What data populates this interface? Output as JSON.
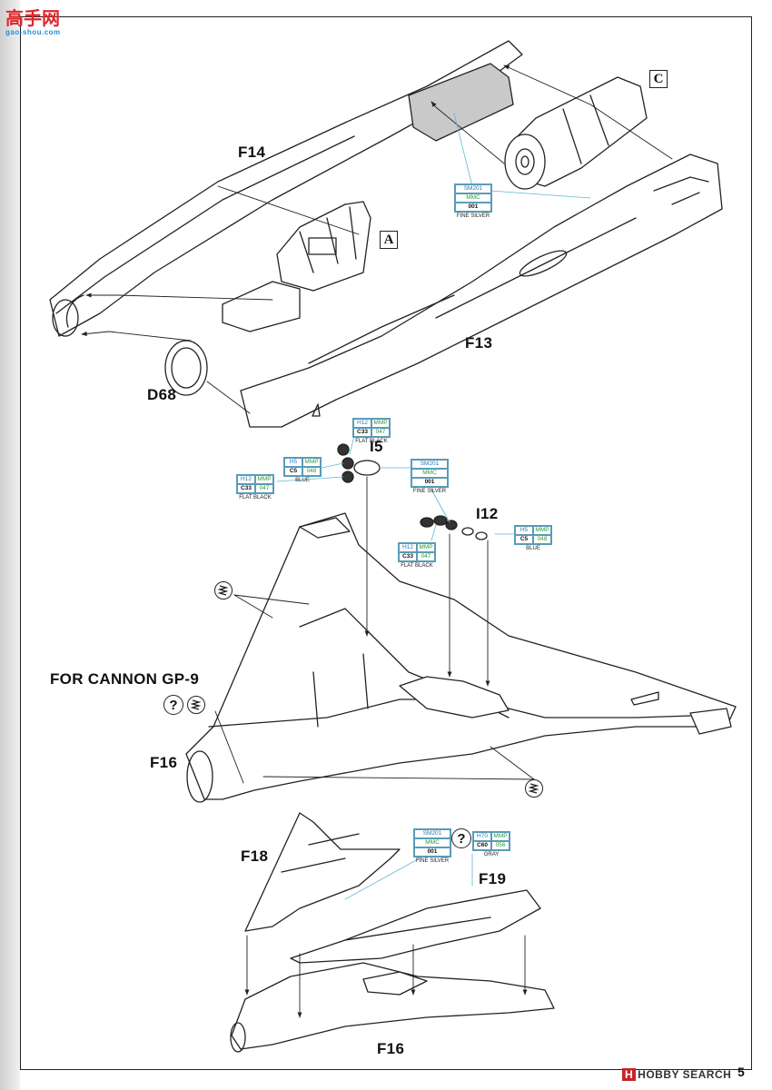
{
  "watermark": {
    "site_cn": "高手网",
    "site_en": "gao-shou.com"
  },
  "labels": {
    "f14": "F14",
    "f13": "F13",
    "d68": "D68",
    "i5": "I5",
    "i12": "I12",
    "cannon_note": "FOR CANNON GP-9",
    "f16_mid": "F16",
    "f18": "F18",
    "f19": "F19",
    "f16_bottom": "F16",
    "box_a": "A",
    "box_c": "C"
  },
  "paint_callouts": [
    {
      "id": "p-sm201-top",
      "cells": [
        "SM201",
        "MMC",
        "001"
      ],
      "name": "FINE SILVER"
    },
    {
      "id": "p-h12-i5",
      "cells": [
        "H12",
        "MMP",
        "C33",
        "047"
      ],
      "name": "FLAT BLACK"
    },
    {
      "id": "p-h5-i5",
      "cells": [
        "H5",
        "MMP",
        "C5",
        "048"
      ],
      "name": "BLUE"
    },
    {
      "id": "p-h12-left",
      "cells": [
        "H12",
        "MMP",
        "C33",
        "047"
      ],
      "name": "FLAT BLACK"
    },
    {
      "id": "p-sm201-mid",
      "cells": [
        "SM201",
        "MMC",
        "001"
      ],
      "name": "FINE SILVER"
    },
    {
      "id": "p-h5-i12",
      "cells": [
        "H5",
        "MMP",
        "C5",
        "048"
      ],
      "name": "BLUE"
    },
    {
      "id": "p-h12-i12",
      "cells": [
        "H12",
        "MMP",
        "C33",
        "047"
      ],
      "name": "FLAT BLACK"
    },
    {
      "id": "p-sm201-bot",
      "cells": [
        "SM201",
        "MMC",
        "001"
      ],
      "name": "FINE SILVER"
    },
    {
      "id": "p-h70-bot",
      "cells": [
        "H70",
        "MMP",
        "C60",
        "056"
      ],
      "name": "GRAY"
    }
  ],
  "symbols": {
    "question": "?"
  },
  "footer": {
    "brand_badge": "H",
    "brand_text": "HOBBY SEARCH",
    "page_number": "5"
  },
  "colors": {
    "callout_blue": "#2a78b8",
    "callout_green": "#2c9a3a",
    "leader_cyan": "#5fb8d4",
    "watermark_red": "#e0262c"
  }
}
